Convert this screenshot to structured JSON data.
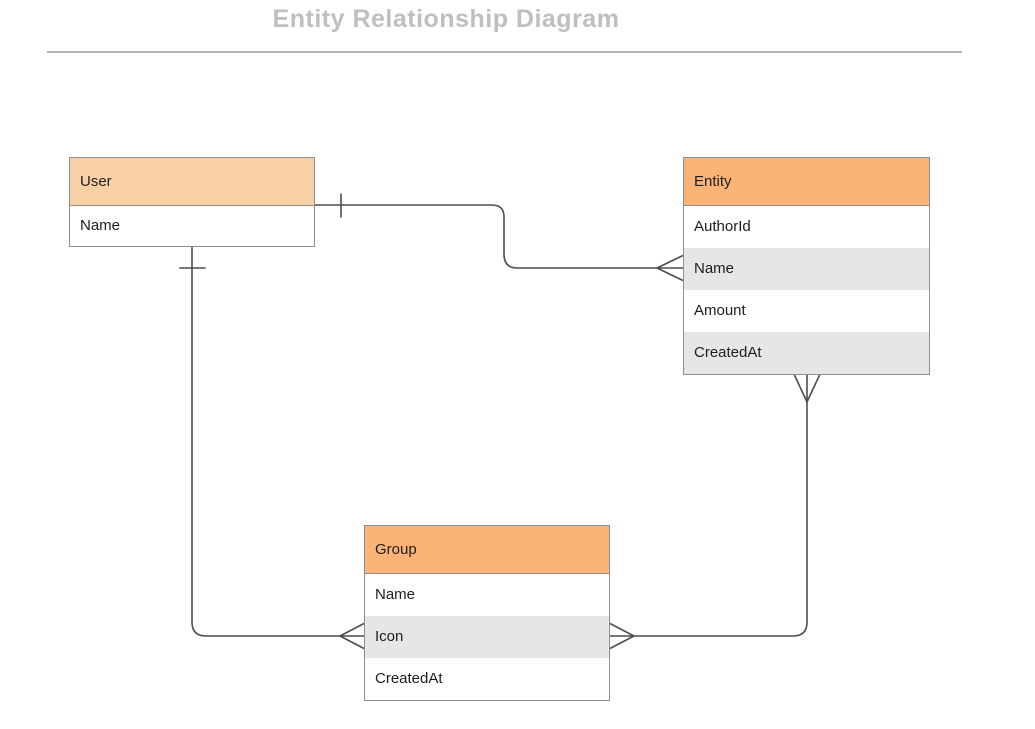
{
  "title": "Entity Relationship Diagram",
  "colors": {
    "title_text": "#bfbfbf",
    "divider": "#b4b4b4",
    "connector": "#4d4d4d",
    "table_border": "#8f8f8f",
    "alt_row": "#e6e6e6",
    "user_header": "#fad0a7",
    "entity_header": "#fcb377"
  },
  "entities": [
    {
      "name": "User",
      "fields": [
        "Name"
      ]
    },
    {
      "name": "Entity",
      "fields": [
        "AuthorId",
        "Name",
        "Amount",
        "CreatedAt"
      ]
    },
    {
      "name": "Group",
      "fields": [
        "Name",
        "Icon",
        "CreatedAt"
      ]
    }
  ],
  "relationships": [
    {
      "from": "User",
      "to": "Entity",
      "from_cardinality": "one",
      "to_cardinality": "many"
    },
    {
      "from": "User",
      "to": "Group",
      "from_cardinality": "one",
      "to_cardinality": "many"
    },
    {
      "from": "Entity",
      "to": "Group",
      "from_cardinality": "many",
      "to_cardinality": "many"
    }
  ]
}
